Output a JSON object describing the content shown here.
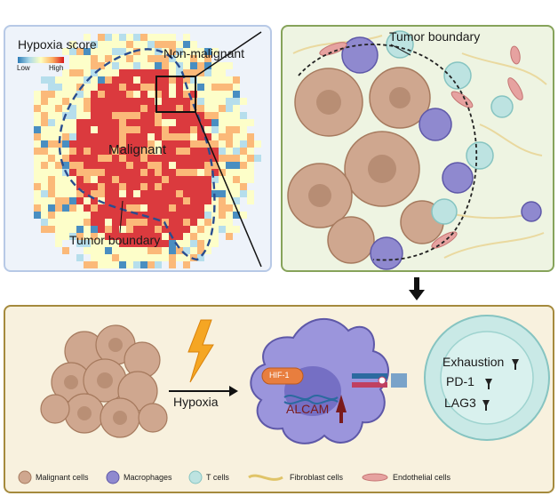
{
  "heatmap": {
    "title": "Hypoxia score",
    "scale_low": "Low",
    "scale_high": "High",
    "label_non_malignant": "Non-malignant",
    "label_malignant": "Malignant",
    "label_boundary": "Tumor boundary",
    "colors": [
      "#2c7bb6",
      "#abd9e9",
      "#ffffbf",
      "#fdae61",
      "#d7191c"
    ]
  },
  "illustration": {
    "label_boundary": "Tumor boundary"
  },
  "mechanism": {
    "stimulus": "Hypoxia",
    "hif_label": "HIF-1",
    "gene_label": "ALCAM",
    "tcell_markers": [
      "Exhaustion",
      "PD-1",
      "LAG3"
    ]
  },
  "legend": [
    {
      "label": "Malignant cells",
      "color": "#cfa78f"
    },
    {
      "label": "Macrophages",
      "color": "#8f89cf"
    },
    {
      "label": "T cells",
      "color": "#bde3e1"
    },
    {
      "label": "Fibroblast cells",
      "color": "#f4e2a6"
    },
    {
      "label": "Endothelial cells",
      "color": "#e6a2a0"
    }
  ]
}
